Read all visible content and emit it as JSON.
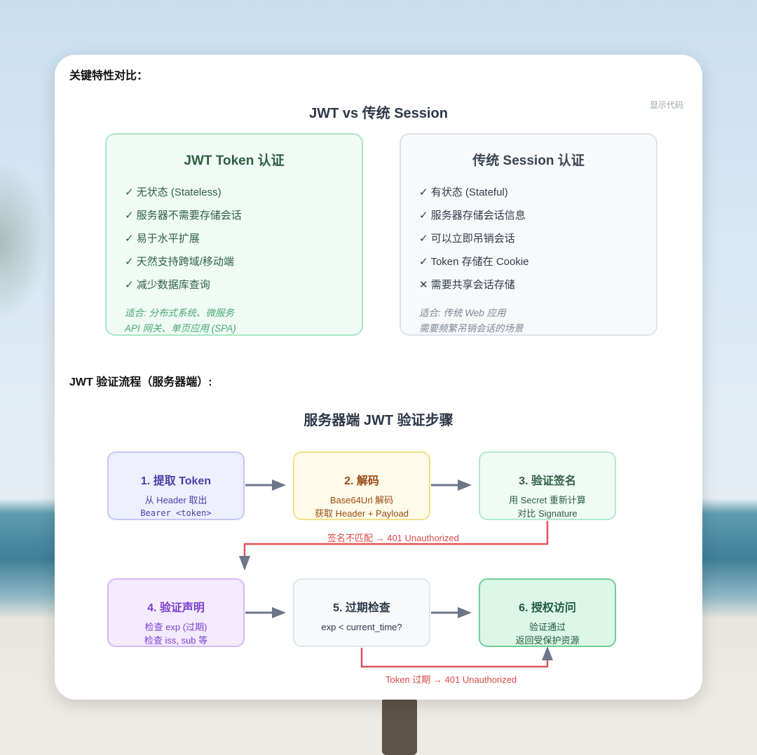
{
  "section1": "关键特性对比：",
  "show_code": "显示代码",
  "compare_title": "JWT vs 传统 Session",
  "jwt": {
    "title": "JWT Token 认证",
    "items": [
      "✓ 无状态 (Stateless)",
      "✓ 服务器不需要存储会话",
      "✓ 易于水平扩展",
      "✓ 天然支持跨域/移动端",
      "✓ 减少数据库查询"
    ],
    "note": [
      "适合: 分布式系统、微服务",
      "API 网关、单页应用 (SPA)"
    ]
  },
  "session": {
    "title": "传统 Session 认证",
    "items": [
      "✓ 有状态 (Stateful)",
      "✓ 服务器存储会话信息",
      "✓ 可以立即吊销会话",
      "✓ Token 存储在 Cookie",
      "✕ 需要共享会话存储"
    ],
    "note": [
      "适合: 传统 Web 应用",
      "需要频繁吊销会话的场景"
    ]
  },
  "section2": "JWT 验证流程（服务器端）:",
  "flow_title": "服务器端 JWT 验证步骤",
  "steps": [
    {
      "title": "1. 提取 Token",
      "lines": [
        "从 Header 取出",
        "Bearer <token>"
      ],
      "color": "#4b3fa8"
    },
    {
      "title": "2. 解码",
      "lines": [
        "Base64Url 解码",
        "获取 Header + Payload"
      ],
      "color": "#9a4a12"
    },
    {
      "title": "3. 验证签名",
      "lines": [
        "用 Secret 重新计算",
        "对比 Signature"
      ],
      "color": "#2f5e44"
    },
    {
      "title": "4. 验证声明",
      "lines": [
        "检查 exp (过期)",
        "检查 iss, sub 等"
      ],
      "color": "#7b3fd0"
    },
    {
      "title": "5. 过期检查",
      "lines": [
        "exp < current_time?"
      ],
      "color": "#2d3748"
    },
    {
      "title": "6. 授权访问",
      "lines": [
        "验证通过",
        "返回受保护资源"
      ],
      "color": "#1f5a3c"
    }
  ],
  "errors": {
    "sig": "签名不匹配 → 401 Unauthorized",
    "exp": "Token 过期 → 401 Unauthorized"
  }
}
